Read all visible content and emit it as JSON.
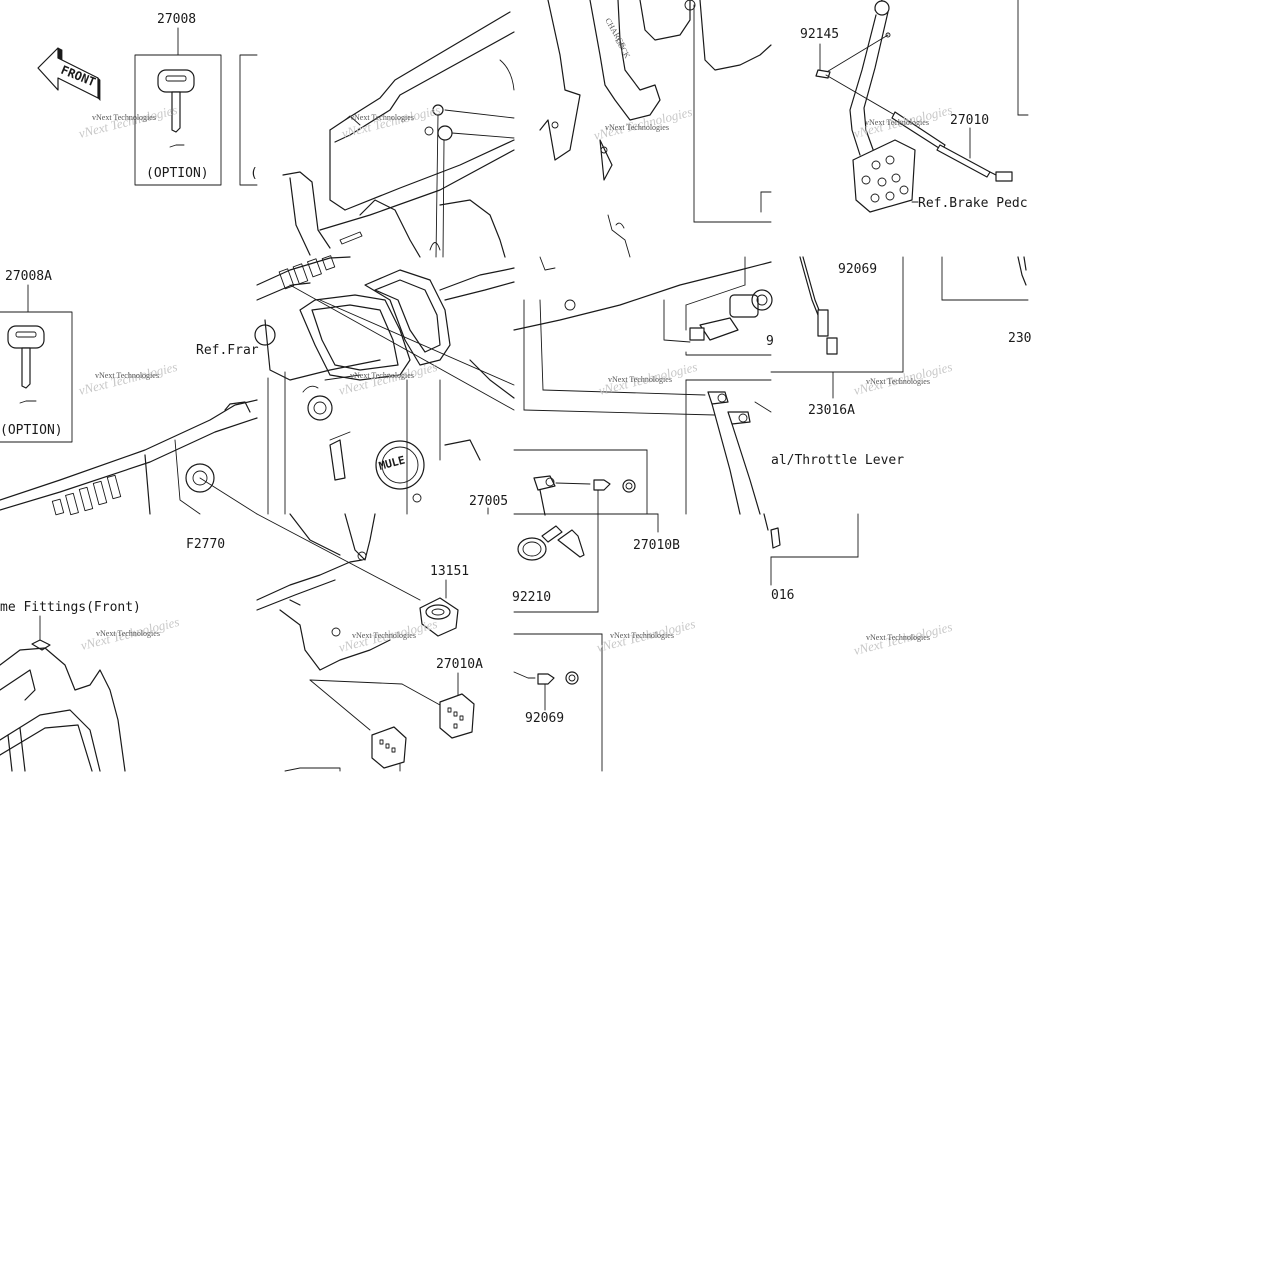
{
  "diagram": {
    "part_labels": {
      "p27008": "27008",
      "p27008a": "27008A",
      "p92145": "92145",
      "p27010": "27010",
      "p92069_top": "92069",
      "p23016a": "23016A",
      "p230": "230",
      "p27005": "27005",
      "p27010b": "27010B",
      "p92210": "92210",
      "p13151": "13151",
      "p27010a": "27010A",
      "p92069_bottom": "92069",
      "p016": "016",
      "p9": "9",
      "fig_code": "F2770"
    },
    "option_labels": {
      "key_a": "(OPTION)",
      "key_b": "(OPTION)",
      "partial": "("
    },
    "ref_labels": {
      "brake_pedal": "Ref.Brake Pedc",
      "frame": "Ref.Frar",
      "frame_fittings": "me Fittings(Front)",
      "throttle": "al/Throttle Lever"
    },
    "front_arrow": "FRONT",
    "watermark": {
      "brand": "vNext Technologies",
      "logo": "vNext Technologies"
    }
  }
}
